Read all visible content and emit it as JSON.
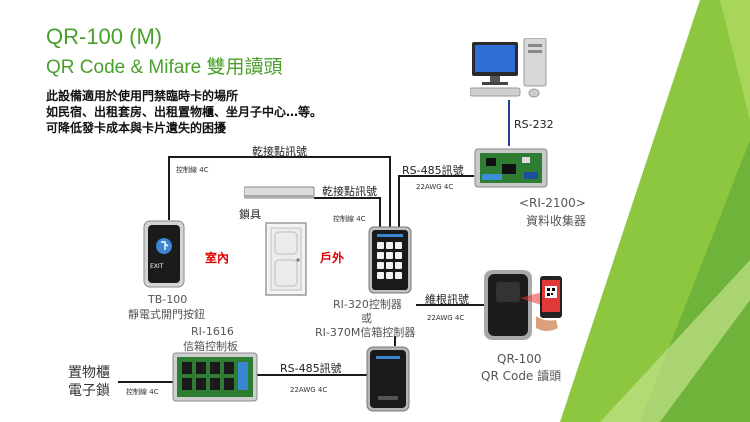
{
  "title": {
    "line1": "QR-100 (M)",
    "line2": "QR Code & Mifare 雙用讀頭"
  },
  "description": [
    "此設備適用於使用門禁臨時卡的場所",
    "如民宿、出租套房、出租置物櫃、坐月子中心…等。",
    "可降低發卡成本與卡片遺失的困擾"
  ],
  "labels": {
    "dry_contact_top": "乾接點訊號",
    "control_line_4c_1": "控制線 4C",
    "lock": "鎖具",
    "dry_contact_mid": "乾接點訊號",
    "control_line_4c_2": "控制線 4C",
    "indoor": "室內",
    "outdoor": "戶外",
    "rs232": "RS-232",
    "rs485_top": "RS-485訊號",
    "awg_top": "22AWG 4C",
    "ri2100_model": "<RI-2100>",
    "ri2100_name": "資料收集器",
    "tb100_model": "TB-100",
    "tb100_name": "靜電式開門按鈕",
    "controller_1": "RI-320控制器",
    "controller_or": "或",
    "controller_2": "RI-370M信箱控制器",
    "wiegand": "維根訊號",
    "awg_wiegand": "22AWG 4C",
    "qr100_model": "QR-100",
    "qr100_name": "QR Code 讀頭",
    "ri1616_model": "RI-1616",
    "ri1616_name": "信箱控制板",
    "locker_1": "置物櫃",
    "locker_2": "電子鎖",
    "control_line_4c_3": "控制線 4C",
    "rs485_bottom": "RS-485訊號",
    "awg_bottom": "22AWG 4C",
    "exit_text": "EXIT"
  },
  "colors": {
    "title_green": "#4aa02c",
    "accent_red": "#e00000",
    "rs232_line": "#1f3f8f"
  }
}
